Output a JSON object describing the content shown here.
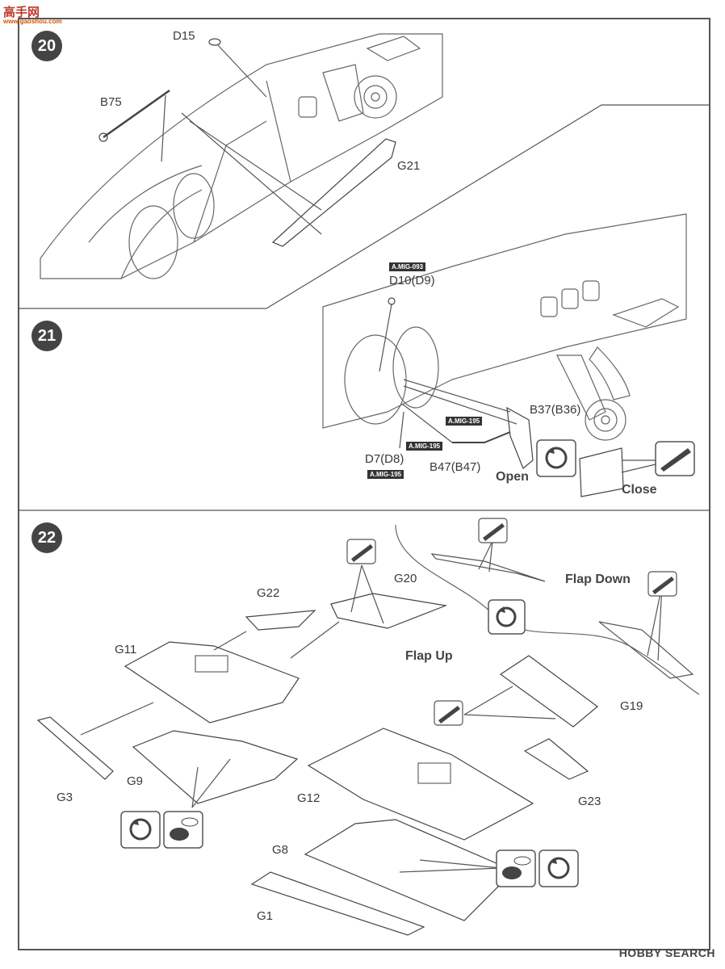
{
  "watermark": {
    "site_cn": "高手网",
    "site_url": "www.gaoshou.com"
  },
  "steps": [
    {
      "number": "20"
    },
    {
      "number": "21"
    },
    {
      "number": "22"
    }
  ],
  "step20": {
    "labels": {
      "d15": "D15",
      "b75": "B75",
      "g21": "G21"
    }
  },
  "step21": {
    "tags": {
      "mig093": "A.MIG-093",
      "mig195a": "A.MIG-195",
      "mig195b": "A.MIG-195",
      "mig195c": "A.MIG-195"
    },
    "labels": {
      "d10": "D10(D9)",
      "b37": "B37(B36)",
      "d7": "D7(D8)",
      "b47": "B47(B47)",
      "open": "Open",
      "close": "Close"
    }
  },
  "step22": {
    "labels": {
      "g22": "G22",
      "g20": "G20",
      "g11": "G11",
      "g3": "G3",
      "g9": "G9",
      "g12": "G12",
      "g19": "G19",
      "g23": "G23",
      "g8": "G8",
      "g1": "G1",
      "flap_down": "Flap Down",
      "flap_up": "Flap Up"
    }
  },
  "footer": {
    "brand": "HOBBY SEARCH"
  }
}
